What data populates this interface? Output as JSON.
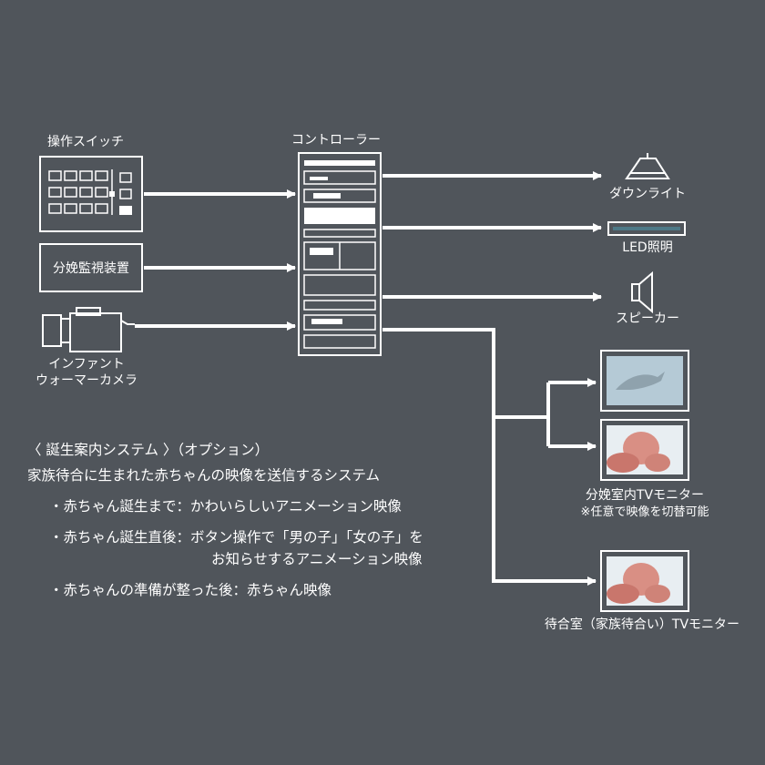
{
  "labels": {
    "switch": "操作スイッチ",
    "controller": "コントローラー",
    "monitoring": "分娩監視装置",
    "camera_line1": "インファント",
    "camera_line2": "ウォーマーカメラ",
    "downlight": "ダウンライト",
    "led": "LED照明",
    "speaker": "スピーカー",
    "delivery_tv": "分娩室内TVモニター",
    "delivery_tv_note": "※任意で映像を切替可能",
    "waiting_tv": "待合室（家族待合い）TVモニター"
  },
  "system": {
    "title": "〈 誕生案内システム 〉（オプション）",
    "subtitle": "家族待合に生まれた赤ちゃんの映像を送信するシステム",
    "line1": "・赤ちゃん誕生まで：かわいらしいアニメーション映像",
    "line2a": "・赤ちゃん誕生直後：ボタン操作で「男の子」「女の子」を",
    "line2b": "お知らせするアニメーション映像",
    "line3": "・赤ちゃんの準備が整った後：赤ちゃん映像"
  },
  "colors": {
    "background": "#50555b",
    "line": "#ffffff"
  },
  "icons": [
    "control-panel-icon",
    "camera-icon",
    "rack-icon",
    "downlight-icon",
    "led-bar-icon",
    "speaker-icon",
    "tv-icon"
  ]
}
